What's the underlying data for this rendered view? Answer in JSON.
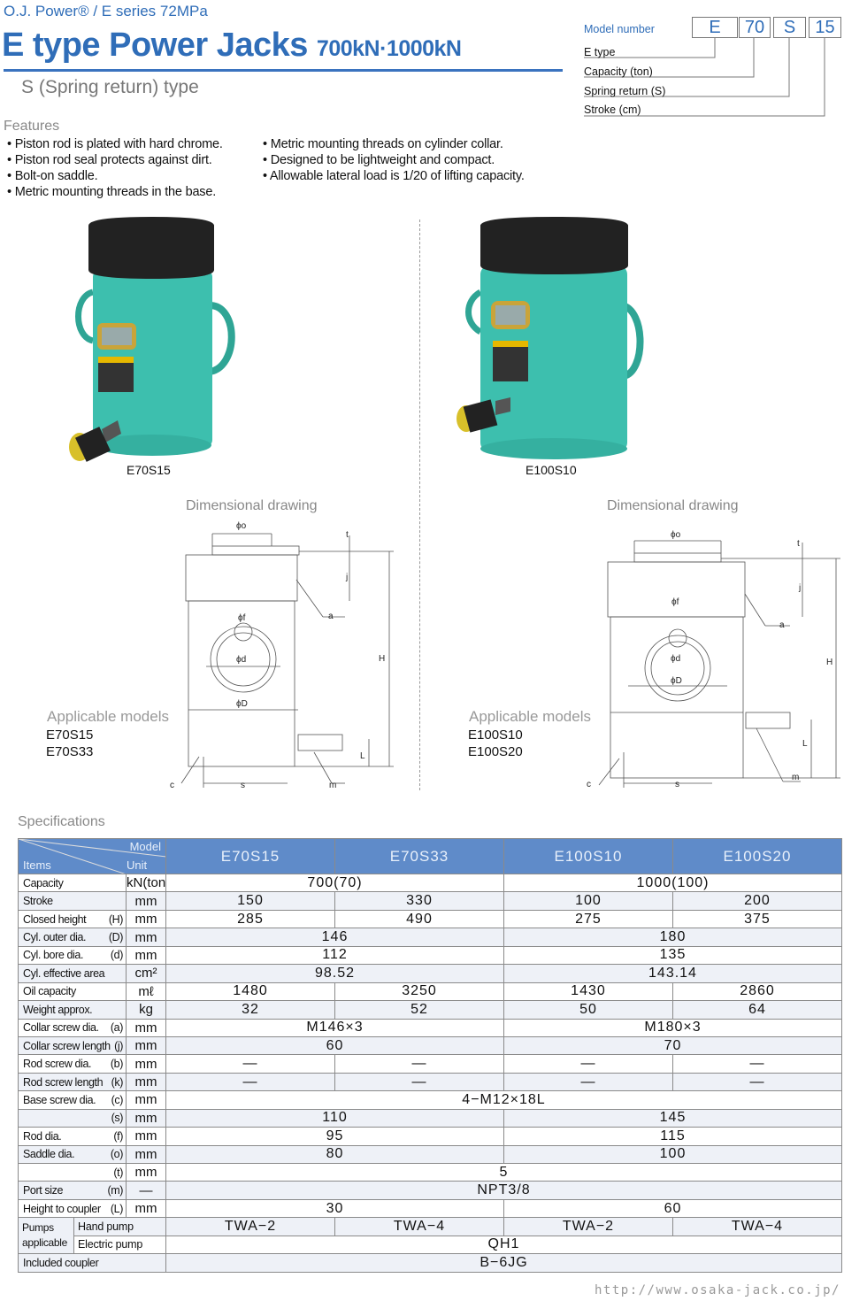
{
  "header": {
    "series": "O.J. Power® / E series 72MPa",
    "title": "E type Power Jacks",
    "title_sub": "700kN·1000kN",
    "subtitle": "S (Spring return) type"
  },
  "model_number": {
    "label": "Model number",
    "boxes": [
      "E",
      "70",
      "S",
      "15"
    ],
    "legend": [
      "E type",
      "Capacity (ton)",
      "Spring return (S)",
      "Stroke (cm)"
    ]
  },
  "features": {
    "heading": "Features",
    "left": [
      "• Piston rod is plated with hard chrome.",
      "• Piston rod seal protects against dirt.",
      "• Bolt-on saddle.",
      "• Metric mounting threads in the base."
    ],
    "right": [
      "• Metric mounting threads on cylinder collar.",
      "• Designed to be lightweight and compact.",
      "• Allowable lateral load is 1/20 of lifting capacity."
    ]
  },
  "products": [
    {
      "caption": "E70S15",
      "drawing_title": "Dimensional drawing",
      "applicable_heading": "Applicable models",
      "applicable": [
        "E70S15",
        "E70S33"
      ]
    },
    {
      "caption": "E100S10",
      "drawing_title": "Dimensional drawing",
      "applicable_heading": "Applicable models",
      "applicable": [
        "E100S10",
        "E100S20"
      ]
    }
  ],
  "drawing_labels": {
    "o": "ϕo",
    "f": "ϕf",
    "d": "ϕd",
    "D": "ϕD",
    "t": "t",
    "j": "j",
    "a": "a",
    "H": "H",
    "L": "L",
    "c": "c",
    "s": "s",
    "m": "m"
  },
  "specs": {
    "heading": "Specifications",
    "corner": {
      "model": "Model",
      "items": "Items",
      "unit": "Unit"
    },
    "models": [
      "E70S15",
      "E70S33",
      "E100S10",
      "E100S20"
    ],
    "rows": [
      {
        "item": "Capacity",
        "ref": "",
        "unit": "kN(ton)",
        "cells": [
          [
            "700(70)",
            2
          ],
          [
            "1000(100)",
            2
          ]
        ]
      },
      {
        "item": "Stroke",
        "ref": "",
        "unit": "mm",
        "cells": [
          [
            "150",
            1
          ],
          [
            "330",
            1
          ],
          [
            "100",
            1
          ],
          [
            "200",
            1
          ]
        ]
      },
      {
        "item": "Closed height",
        "ref": "(H)",
        "unit": "mm",
        "cells": [
          [
            "285",
            1
          ],
          [
            "490",
            1
          ],
          [
            "275",
            1
          ],
          [
            "375",
            1
          ]
        ]
      },
      {
        "item": "Cyl. outer dia.",
        "ref": "(D)",
        "unit": "mm",
        "cells": [
          [
            "146",
            2
          ],
          [
            "180",
            2
          ]
        ]
      },
      {
        "item": "Cyl. bore dia.",
        "ref": "(d)",
        "unit": "mm",
        "cells": [
          [
            "112",
            2
          ],
          [
            "135",
            2
          ]
        ]
      },
      {
        "item": "Cyl. effective area",
        "ref": "",
        "unit": "cm²",
        "cells": [
          [
            "98.52",
            2
          ],
          [
            "143.14",
            2
          ]
        ]
      },
      {
        "item": "Oil capacity",
        "ref": "",
        "unit": "mℓ",
        "cells": [
          [
            "1480",
            1
          ],
          [
            "3250",
            1
          ],
          [
            "1430",
            1
          ],
          [
            "2860",
            1
          ]
        ]
      },
      {
        "item": "Weight      approx.",
        "ref": "",
        "unit": "kg",
        "cells": [
          [
            "32",
            1
          ],
          [
            "52",
            1
          ],
          [
            "50",
            1
          ],
          [
            "64",
            1
          ]
        ]
      },
      {
        "item": "Collar screw dia.",
        "ref": "(a)",
        "unit": "mm",
        "cells": [
          [
            "M146×3",
            2
          ],
          [
            "M180×3",
            2
          ]
        ]
      },
      {
        "item": "Collar screw length",
        "ref": "(j)",
        "unit": "mm",
        "cells": [
          [
            "60",
            2
          ],
          [
            "70",
            2
          ]
        ]
      },
      {
        "item": "Rod screw dia.",
        "ref": "(b)",
        "unit": "mm",
        "cells": [
          [
            "—",
            1
          ],
          [
            "—",
            1
          ],
          [
            "—",
            1
          ],
          [
            "—",
            1
          ]
        ]
      },
      {
        "item": "Rod screw length",
        "ref": "(k)",
        "unit": "mm",
        "cells": [
          [
            "—",
            1
          ],
          [
            "—",
            1
          ],
          [
            "—",
            1
          ],
          [
            "—",
            1
          ]
        ]
      },
      {
        "item": "Base screw dia.",
        "ref": "(c)",
        "unit": "mm",
        "cells": [
          [
            "4−M12×18L",
            4
          ]
        ]
      },
      {
        "item": "",
        "ref": "(s)",
        "unit": "mm",
        "cells": [
          [
            "110",
            2
          ],
          [
            "145",
            2
          ]
        ]
      },
      {
        "item": "Rod dia.",
        "ref": "(f)",
        "unit": "mm",
        "cells": [
          [
            "95",
            2
          ],
          [
            "115",
            2
          ]
        ]
      },
      {
        "item": "Saddle dia.",
        "ref": "(o)",
        "unit": "mm",
        "cells": [
          [
            "80",
            2
          ],
          [
            "100",
            2
          ]
        ]
      },
      {
        "item": "",
        "ref": "(t)",
        "unit": "mm",
        "cells": [
          [
            "5",
            4
          ]
        ]
      },
      {
        "item": "Port size",
        "ref": "(m)",
        "unit": "—",
        "cells": [
          [
            "NPT3/8",
            4
          ]
        ]
      },
      {
        "item": "Height to coupler",
        "ref": "(L)",
        "unit": "mm",
        "cells": [
          [
            "30",
            2
          ],
          [
            "60",
            2
          ]
        ]
      }
    ],
    "pumps": {
      "label": "Pumps applicable",
      "hand_label": "Hand pump",
      "hand": [
        [
          "TWA−2",
          1
        ],
        [
          "TWA−4",
          1
        ],
        [
          "TWA−2",
          1
        ],
        [
          "TWA−4",
          1
        ]
      ],
      "electric_label": "Electric pump",
      "electric": [
        [
          "QH1",
          4
        ]
      ]
    },
    "coupler": {
      "label": "Included coupler",
      "cells": [
        [
          "B−6JG",
          4
        ]
      ]
    }
  },
  "footer": {
    "url": "http://www.osaka-jack.co.jp/"
  },
  "colors": {
    "brand": "#2f6db8",
    "header_bg": "#5f8bc9",
    "jack_body": "#3dbfae",
    "jack_cap": "#222222"
  }
}
